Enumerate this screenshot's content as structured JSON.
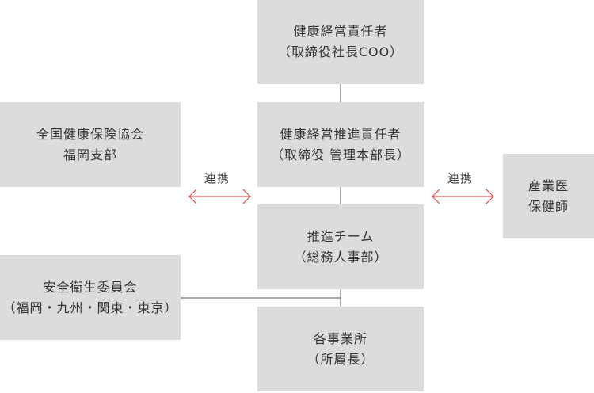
{
  "boxes": {
    "health_manager": {
      "line1": "健康経営責任者",
      "line2": "（取締役社長COO）"
    },
    "promotion_manager": {
      "line1": "健康経営推進責任者",
      "line2": "（取締役 管理本部長）"
    },
    "promotion_team": {
      "line1": "推進チーム",
      "line2": "（総務人事部）"
    },
    "offices": {
      "line1": "各事業所",
      "line2": "（所属長）"
    },
    "kyokai": {
      "line1": "全国健康保険協会",
      "line2": "福岡支部"
    },
    "safety_committee": {
      "line1": "安全衛生委員会",
      "line2": "（福岡・九州・関東・東京）"
    },
    "industrial_doctor": {
      "line1": "産業医",
      "line2": "保健師"
    }
  },
  "links": {
    "left_label": "連携",
    "right_label": "連携"
  },
  "colors": {
    "box_fill": "#dcdcdc",
    "connector": "#555555",
    "arrow": "#e03030"
  }
}
